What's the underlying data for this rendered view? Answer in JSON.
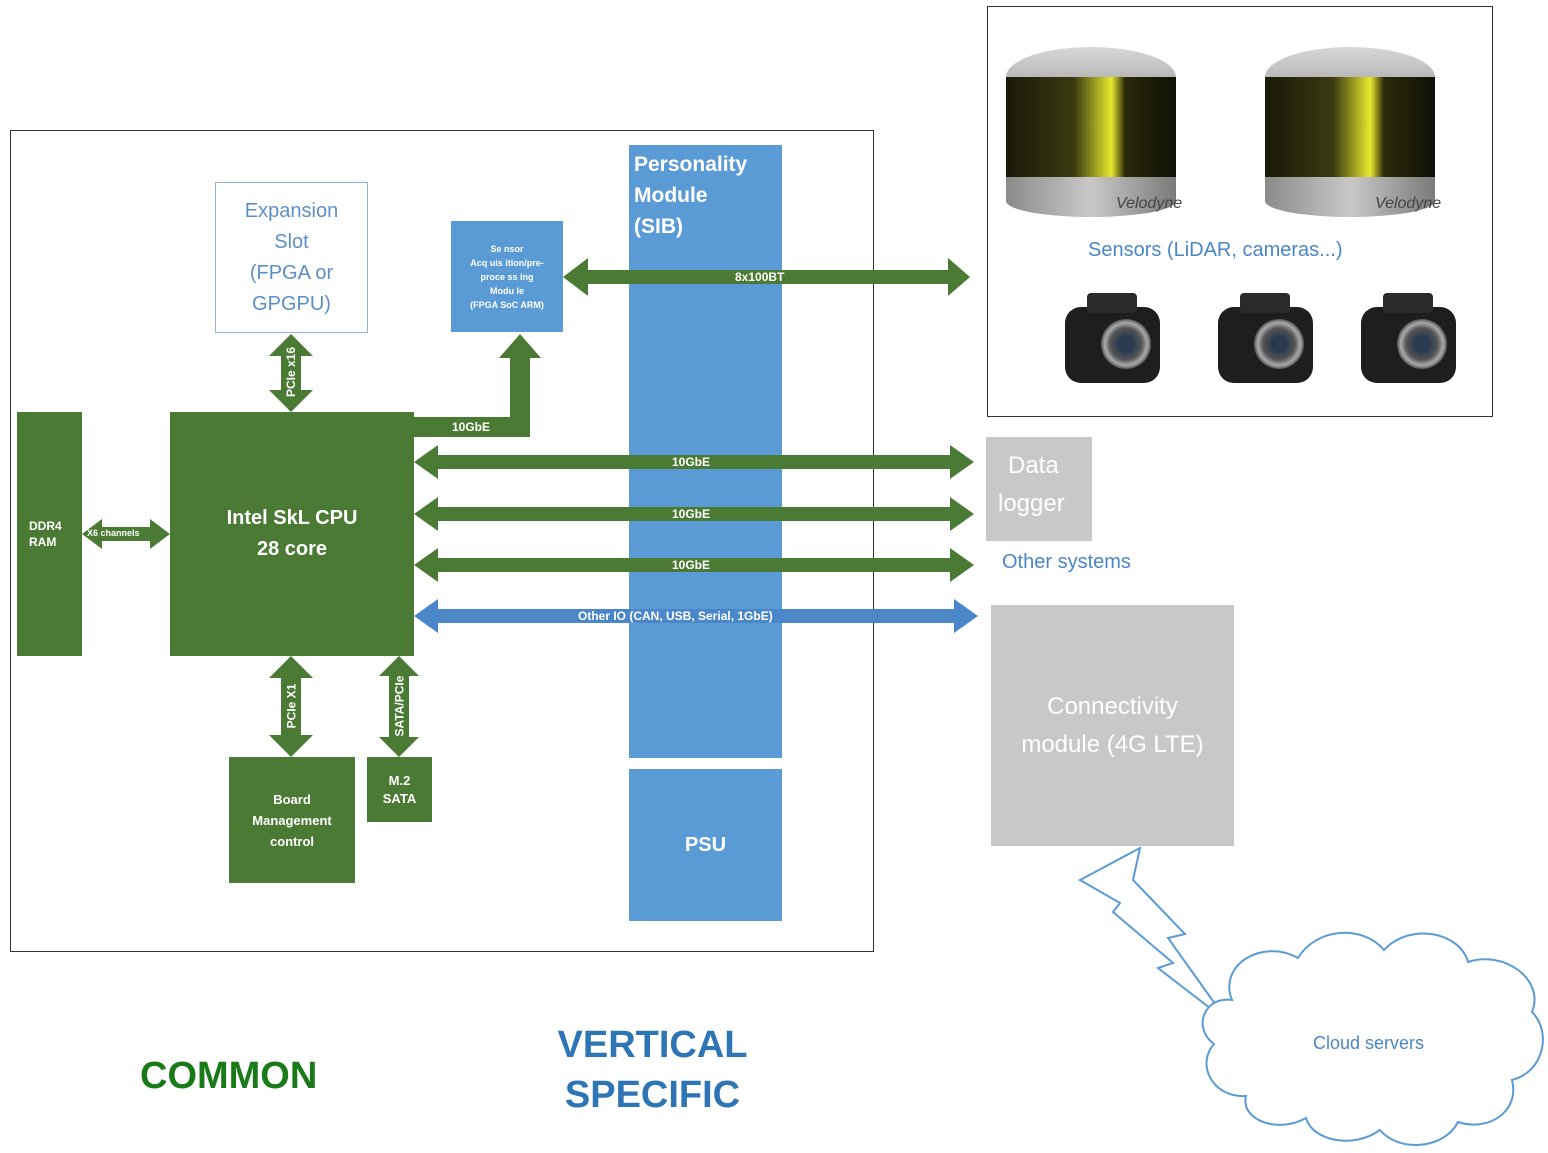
{
  "blocks": {
    "expansion_slot": [
      "Expansion",
      "Slot",
      "(FPGA or",
      "GPGPU)"
    ],
    "sensor_module": [
      "Se nsor",
      "Acq uis ition/pre-",
      "proce ss ing",
      "Modu le",
      "(FPGA SoC ARM)"
    ],
    "personality_module": [
      "Personality",
      "Module",
      "(SIB)"
    ],
    "psu": "PSU",
    "ddr4": [
      "DDR4",
      "RAM"
    ],
    "cpu": [
      "Intel SkL CPU",
      "28 core"
    ],
    "board_management": [
      "Board",
      "Management",
      "control"
    ],
    "m2_sata": [
      "M.2",
      "SATA"
    ],
    "data_logger": [
      "Data",
      "logger"
    ],
    "connectivity": [
      "Connectivity",
      "module (4G LTE)"
    ],
    "cloud": "Cloud servers"
  },
  "links": {
    "pcie_x16": "PCIe x16",
    "ten_gbe_sensor": "10GbE",
    "eight_x_100bt": "8x100BT",
    "ten_gbe_1": "10GbE",
    "ten_gbe_2": "10GbE",
    "ten_gbe_3": "10GbE",
    "other_io": "Other IO (CAN, USB, Serial, 1GbE)",
    "x6_channels": "X6 channels",
    "pcie_x1": "PCIe X1",
    "sata_pcie": "SATA/PCIe"
  },
  "sensors": {
    "caption": "Sensors (LiDAR, cameras...)",
    "lidar_brand": "Velodyne"
  },
  "other_systems": "Other systems",
  "legend": {
    "common": "COMMON",
    "vertical_specific": [
      "VERTICAL",
      "SPECIFIC"
    ]
  },
  "colors": {
    "common_green": "#4a7a33",
    "vertical_blue": "#5b9bd5",
    "external_grey": "#c8c8c8",
    "legend_green": "#1a7a1a",
    "legend_blue": "#2e75b6",
    "caption_blue": "#4a86c8"
  }
}
